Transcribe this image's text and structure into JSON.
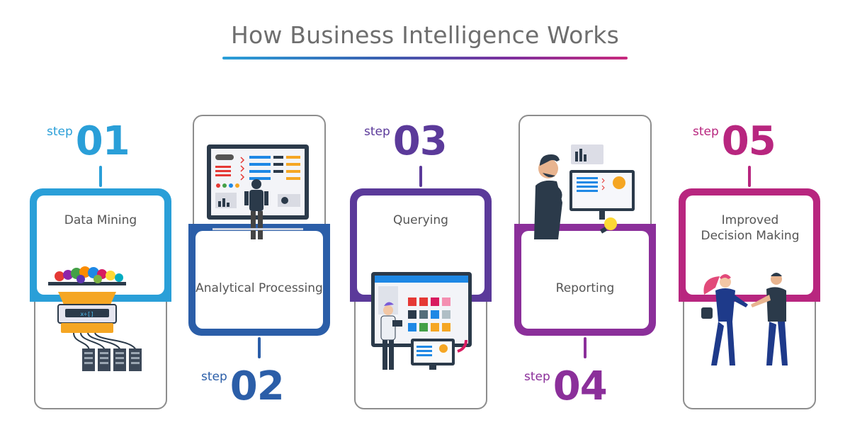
{
  "title": "How Business Intelligence Works",
  "step_word": "step",
  "colors": {
    "step1": "#2a9fd8",
    "step2": "#2b5ea8",
    "step3": "#5b3a9a",
    "step4": "#8b2f9a",
    "step5": "#b8267f",
    "frame_gray": "#8d8d8d"
  },
  "steps": [
    {
      "number": "01",
      "label": "Data Mining",
      "icon": "data-mining-icon"
    },
    {
      "number": "02",
      "label": "Analytical Processing",
      "icon": "dashboard-analysis-icon"
    },
    {
      "number": "03",
      "label": "Querying",
      "icon": "query-interface-icon"
    },
    {
      "number": "04",
      "label": "Reporting",
      "icon": "reporting-thinker-icon"
    },
    {
      "number": "05",
      "label": "Improved Decision Making",
      "icon": "handshake-icon"
    }
  ]
}
